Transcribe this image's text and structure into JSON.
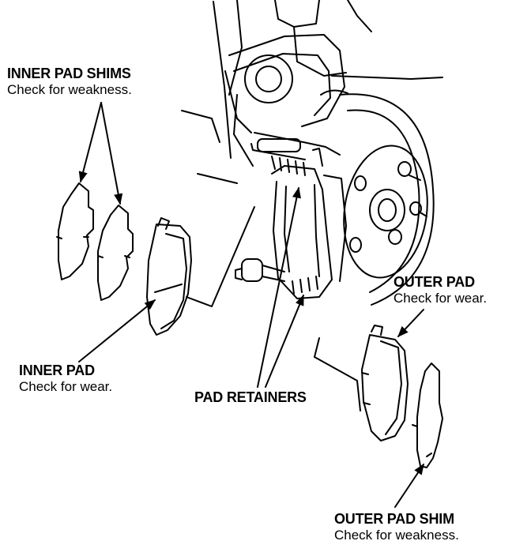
{
  "labels": {
    "inner_pad_shims": {
      "title": "INNER PAD SHIMS",
      "note": "Check for weakness."
    },
    "inner_pad": {
      "title": "INNER PAD",
      "note": "Check for wear."
    },
    "pad_retainers": {
      "title": "PAD RETAINERS"
    },
    "outer_pad": {
      "title": "OUTER PAD",
      "note": "Check for wear."
    },
    "outer_pad_shim": {
      "title": "OUTER PAD SHIM",
      "note": "Check for weakness."
    }
  },
  "colors": {
    "ink": "#000000",
    "paper": "#ffffff"
  }
}
